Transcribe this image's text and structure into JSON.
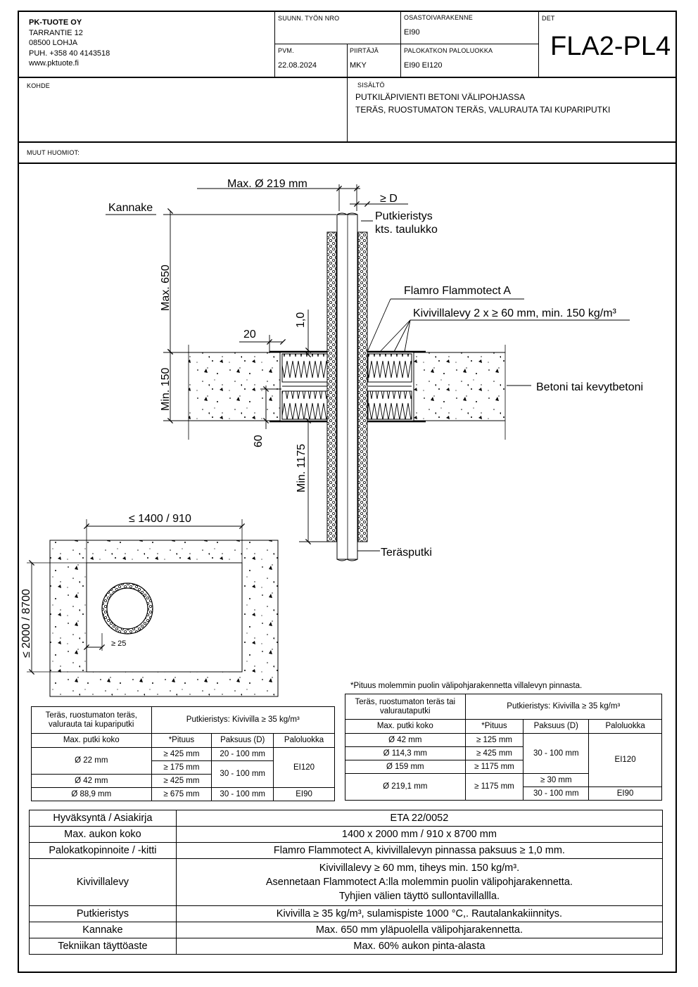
{
  "company": {
    "name": "PK-TUOTE OY",
    "address": "TARRANTIE 12",
    "city": "08500 LOHJA",
    "phone": "PUH. +358 40 4143518",
    "web": "www.pktuote.fi"
  },
  "header": {
    "suunn_label": "SUUNN. TYÖN NRO",
    "osasto_label": "OSASTOIVARAKENNE",
    "osasto_value": "EI90",
    "det_label": "DET",
    "det_value": "FLA2-PL4",
    "pvm_label": "PVM.",
    "pvm_value": "22.08.2024",
    "piirtaja_label": "PIIRTÄJÄ",
    "piirtaja_value": "MKY",
    "palo_label": "PALOKATKON PALOLUOKKA",
    "palo_value": "EI90 EI120",
    "kohde_label": "KOHDE",
    "sisalto_label": "SISÄLTÖ",
    "sisalto_line1": "PUTKILÄPIVIENTI BETONI VÄLIPOHJASSA",
    "sisalto_line2": "TERÄS, RUOSTUMATON TERÄS, VALURAUTA TAI KUPARIPUTKI",
    "muut_label": "MUUT HUOMIOT:"
  },
  "drawing": {
    "max_dia": "Max. Ø 219 mm",
    "ge_d": "≥ D",
    "kannake": "Kannake",
    "putkieristys1": "Putkieristys",
    "putkieristys2": "kts. taulukko",
    "max650": "Max. 650",
    "flamro": "Flamro Flammotect A",
    "kivivilla": "Kivivillalevy 2 x ≥ 60 mm, min. 150 kg/m³",
    "dim20": "20",
    "dim10": "1,0",
    "min150": "Min. 150",
    "betoni": "Betoni tai kevytbetoni",
    "dim60": "60",
    "min1175": "Min. 1175",
    "terasputki": "Teräsputki",
    "plan_width": "≤ 1400 / 910",
    "plan_height": "≤ 2000 / 8700",
    "plan_gap": "≥ 25"
  },
  "note": "*Pituus molemmin puolin välipohjarakennetta villalevyn pinnasta.",
  "table_left": {
    "head_title": "Teräs, ruostumaton teräs, valurauta tai kupariputki",
    "head_insul": "Putkieristys: Kivivilla ≥ 35 kg/m³",
    "col_size": "Max. putki koko",
    "col_len": "*Pituus",
    "col_thick": "Paksuus (D)",
    "col_class": "Paloluokka",
    "r1_size": "Ø 22 mm",
    "r1_len_a": "≥ 425 mm",
    "r1_thick_a": "20 - 100 mm",
    "r1_len_b": "≥ 175 mm",
    "r23_thick": "30 - 100 mm",
    "r123_class": "EI120",
    "r2_size": "Ø 42 mm",
    "r2_len": "≥ 425 mm",
    "r3_size": "Ø 88,9 mm",
    "r3_len": "≥ 675 mm",
    "r3_thick": "30 - 100 mm",
    "r3_class": "EI90"
  },
  "table_right": {
    "head_title": "Teräs, ruostumaton teräs tai valurautaputki",
    "head_insul": "Putkieristys: Kivivilla ≥ 35 kg/m³",
    "col_size": "Max. putki koko",
    "col_len": "*Pituus",
    "col_thick": "Paksuus (D)",
    "col_class": "Paloluokka",
    "r1_size": "Ø 42 mm",
    "r1_len": "≥ 125 mm",
    "r2_size": "Ø 114,3 mm",
    "r2_len": "≥ 425 mm",
    "r3_size": "Ø 159 mm",
    "r3_len": "≥ 1175 mm",
    "r123_thick": "30 - 100 mm",
    "r1234_class": "EI120",
    "r4_size": "Ø 219,1 mm",
    "r4_len": "≥ 1175 mm",
    "r4_thick_a": "≥ 30 mm",
    "r4_thick_b": "30 - 100 mm",
    "r4_class_b": "EI90"
  },
  "bottom_table": [
    {
      "label": "Hyväksyntä / Asiakirja",
      "value": "ETA 22/0052"
    },
    {
      "label": "Max. aukon koko",
      "value": "1400 x 2000 mm / 910 x 8700 mm"
    },
    {
      "label": "Palokatkopinnoite / -kitti",
      "value": "Flamro Flammotect A, kivivillalevyn pinnassa paksuus ≥ 1,0 mm."
    },
    {
      "label": "Kivivillalevy",
      "value1": "Kivivillalevy ≥ 60 mm, tiheys min. 150 kg/m³.",
      "value2": "Asennetaan Flammotect A:lla molemmin puolin välipohjarakennetta.",
      "value3": "Tyhjien välien täyttö sullontavillallla."
    },
    {
      "label": "Putkieristys",
      "value": "Kivivilla ≥ 35 kg/m³, sulamispiste 1000 °C,. Rautalankakiinnitys."
    },
    {
      "label": "Kannake",
      "value": "Max. 650 mm yläpuolella välipohjarakennetta."
    },
    {
      "label": "Tekniikan täyttöaste",
      "value": "Max. 60% aukon pinta-alasta"
    }
  ]
}
